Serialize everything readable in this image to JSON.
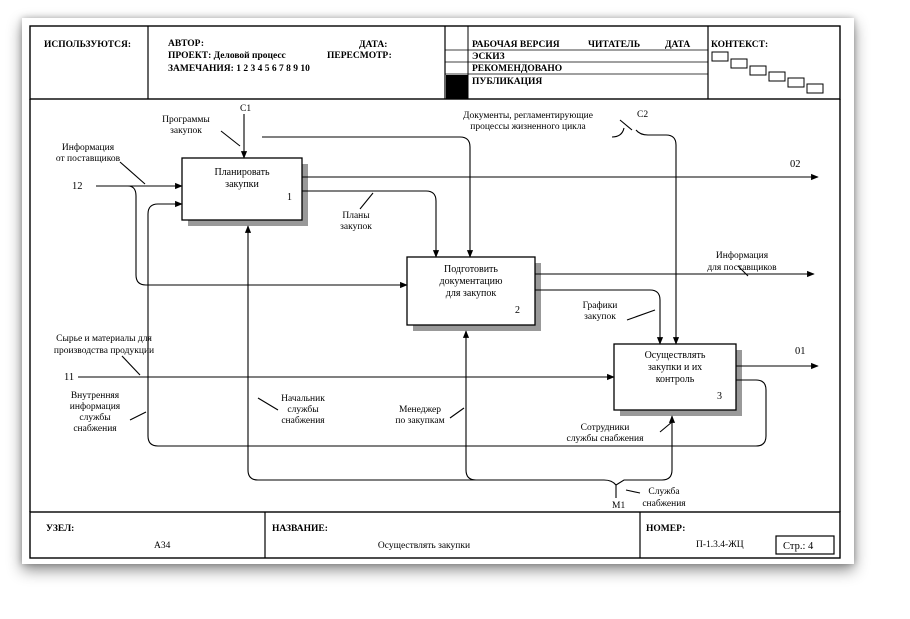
{
  "header": {
    "used_at": "ИСПОЛЬЗУЮТСЯ:",
    "author": "АВТОР:",
    "project": "ПРОЕКТ: Деловой процесс",
    "notes": "ЗАМЕЧАНИЯ: 1 2 3 4 5 6 7 8 9 10",
    "date": "ДАТА:",
    "review": "ПЕРЕСМОТР:",
    "working": "РАБОЧАЯ ВЕРСИЯ",
    "reader": "ЧИТАТЕЛЬ",
    "date2": "ДАТА",
    "draft": "ЭСКИЗ",
    "recommended": "РЕКОМЕНДОВАНО",
    "publication": "ПУБЛИКАЦИЯ",
    "context": "КОНТЕКСТ:"
  },
  "boxes": [
    {
      "lines": [
        "Планировать",
        "закупки"
      ],
      "num": "1"
    },
    {
      "lines": [
        "Подготовить",
        "документацию",
        "для закупок"
      ],
      "num": "2"
    },
    {
      "lines": [
        "Осуществлять",
        "закупки и их",
        "контроль"
      ],
      "num": "3"
    }
  ],
  "arrows": {
    "c1": "C1",
    "programs": [
      "Программы",
      "закупок"
    ],
    "docs": [
      "Документы, регламентирующие",
      "процессы жизненного цикла"
    ],
    "c2": "C2",
    "supplier_info": [
      "Информация",
      "от поставщиков"
    ],
    "i2": "12",
    "o2": "02",
    "plans": [
      "Планы",
      "закупок"
    ],
    "info_for_suppliers": [
      "Информация",
      "для поставщиков"
    ],
    "schedules": [
      "Графики",
      "закупок"
    ],
    "raw": [
      "Сырье и материалы для",
      "производства продукции"
    ],
    "i1": "11",
    "o1": "01",
    "internal": [
      "Внутренняя",
      "информация",
      "службы",
      "снабжения"
    ],
    "head": [
      "Начальник",
      "службы",
      "снабжения"
    ],
    "manager": [
      "Менеджер",
      "по закупкам"
    ],
    "staff": [
      "Сотрудники",
      "службы снабжения"
    ],
    "m1": "M1",
    "service": [
      "Служба",
      "снабжения"
    ]
  },
  "footer": {
    "node_label": "УЗЕЛ:",
    "node": "A34",
    "title_label": "НАЗВАНИЕ:",
    "title": "Осуществлять закупки",
    "number_label": "НОМЕР:",
    "number": "П-1.3.4-ЖЦ",
    "page": "Стр.: 4"
  }
}
